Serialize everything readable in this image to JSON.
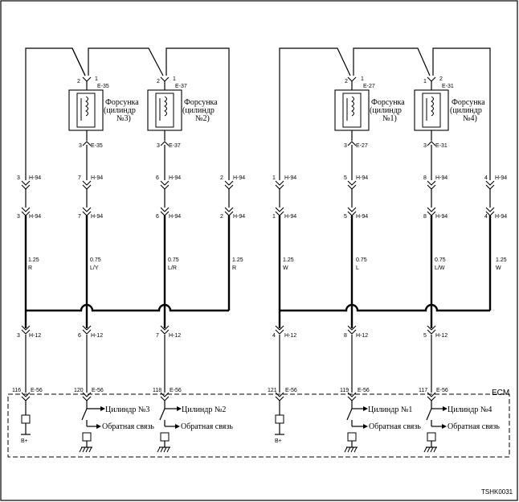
{
  "diagram": {
    "code": "TSHK0031",
    "ecm_label": "ECM",
    "b_plus": "B+",
    "feedback": "Обратная связь"
  },
  "injectors": [
    {
      "id": "c3",
      "title1": "Форсунка",
      "title2": "(цилиндр",
      "title3": "№3)",
      "pin_a": "2",
      "pin_b": "1",
      "conn_top": "E-35",
      "pin_bot": "3",
      "conn_bot": "E-35",
      "h94_pin": "7",
      "wire_size": "0.75",
      "wire_color": "L/Y",
      "h12_pin": "6",
      "e56_pin": "120",
      "ecm_label": "Цилиндр №3"
    },
    {
      "id": "c2",
      "title1": "Форсунка",
      "title2": "(цилиндр",
      "title3": "№2)",
      "pin_a": "2",
      "pin_b": "1",
      "conn_top": "E-37",
      "pin_bot": "3",
      "conn_bot": "E-37",
      "h94_pin": "6",
      "wire_size": "0.75",
      "wire_color": "L/R",
      "h12_pin": "7",
      "e56_pin": "118",
      "ecm_label": "Цилиндр №2"
    },
    {
      "id": "c1",
      "title1": "Форсунка",
      "title2": "(цилиндр",
      "title3": "№1)",
      "pin_a": "2",
      "pin_b": "1",
      "conn_top": "E-27",
      "pin_bot": "3",
      "conn_bot": "E-27",
      "h94_pin": "5",
      "wire_size": "0.75",
      "wire_color": "L",
      "h12_pin": "8",
      "e56_pin": "119",
      "ecm_label": "Цилиндр №1"
    },
    {
      "id": "c4",
      "title1": "Форсунка",
      "title2": "(цилиндр",
      "title3": "№4)",
      "pin_a": "1",
      "pin_b": "2",
      "conn_top": "E-31",
      "pin_bot": "3",
      "conn_bot": "E-31",
      "h94_pin": "8",
      "wire_size": "0.75",
      "wire_color": "L/W",
      "h12_pin": "5",
      "e56_pin": "117",
      "ecm_label": "Цилиндр №4"
    }
  ],
  "power_lines": [
    {
      "id": "p1",
      "h94_pin": "3",
      "wire_size": "1.25",
      "wire_color": "R",
      "h12_pin": "3",
      "e56_pin": "116"
    },
    {
      "id": "p2",
      "h94_pin": "2",
      "wire_size": "1.25",
      "wire_color": "R"
    },
    {
      "id": "p3",
      "h94_pin": "1",
      "wire_size": "1.25",
      "wire_color": "W",
      "h12_pin": "4",
      "e56_pin": "121"
    },
    {
      "id": "p4",
      "h94_pin": "4",
      "wire_size": "1.25",
      "wire_color": "W"
    }
  ],
  "connectors": {
    "h94": "H-94",
    "h12": "H-12",
    "e56": "E-56"
  }
}
